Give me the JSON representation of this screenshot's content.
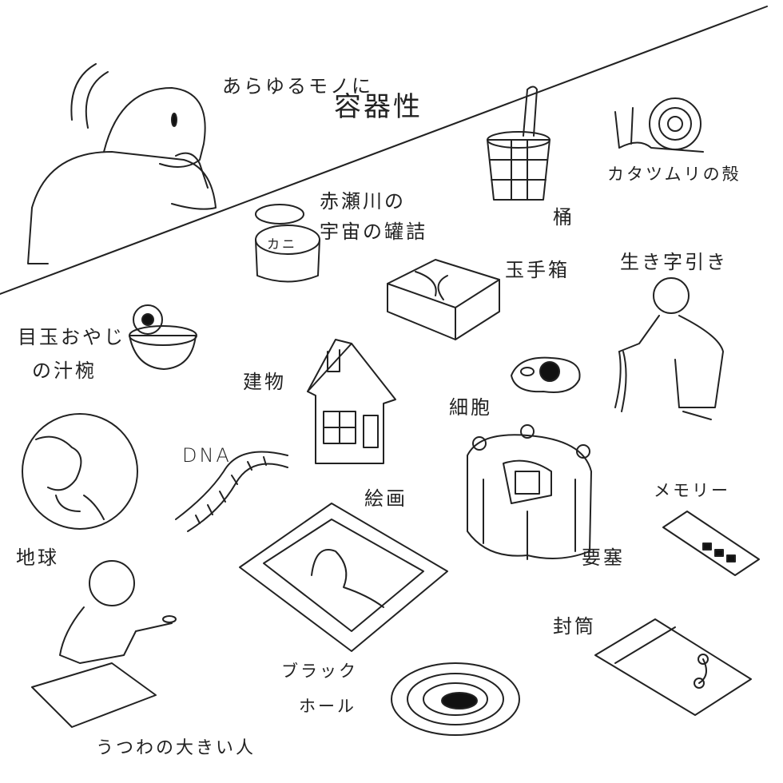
{
  "title": {
    "line1": "あらゆるモノに",
    "line2": "容器性"
  },
  "items": {
    "oke": "桶",
    "snail_shell": "カタツムリの殻",
    "space_can_line1": "赤瀬川の",
    "space_can_line2": "宇宙の罐詰",
    "tamatebako": "玉手箱",
    "walking_dictionary": "生き字引き",
    "soup_bowl_line1": "目玉おやじ",
    "soup_bowl_line2": "の汁椀",
    "building": "建物",
    "cell": "細胞",
    "dna": "DNA",
    "earth": "地球",
    "painting": "絵画",
    "fortress": "要塞",
    "memory": "メモリー",
    "envelope": "封筒",
    "black_hole_line1": "ブラック",
    "black_hole_line2": "ホール",
    "big_hearted_person": "うつわの大きい人",
    "can_label": "カニ"
  }
}
